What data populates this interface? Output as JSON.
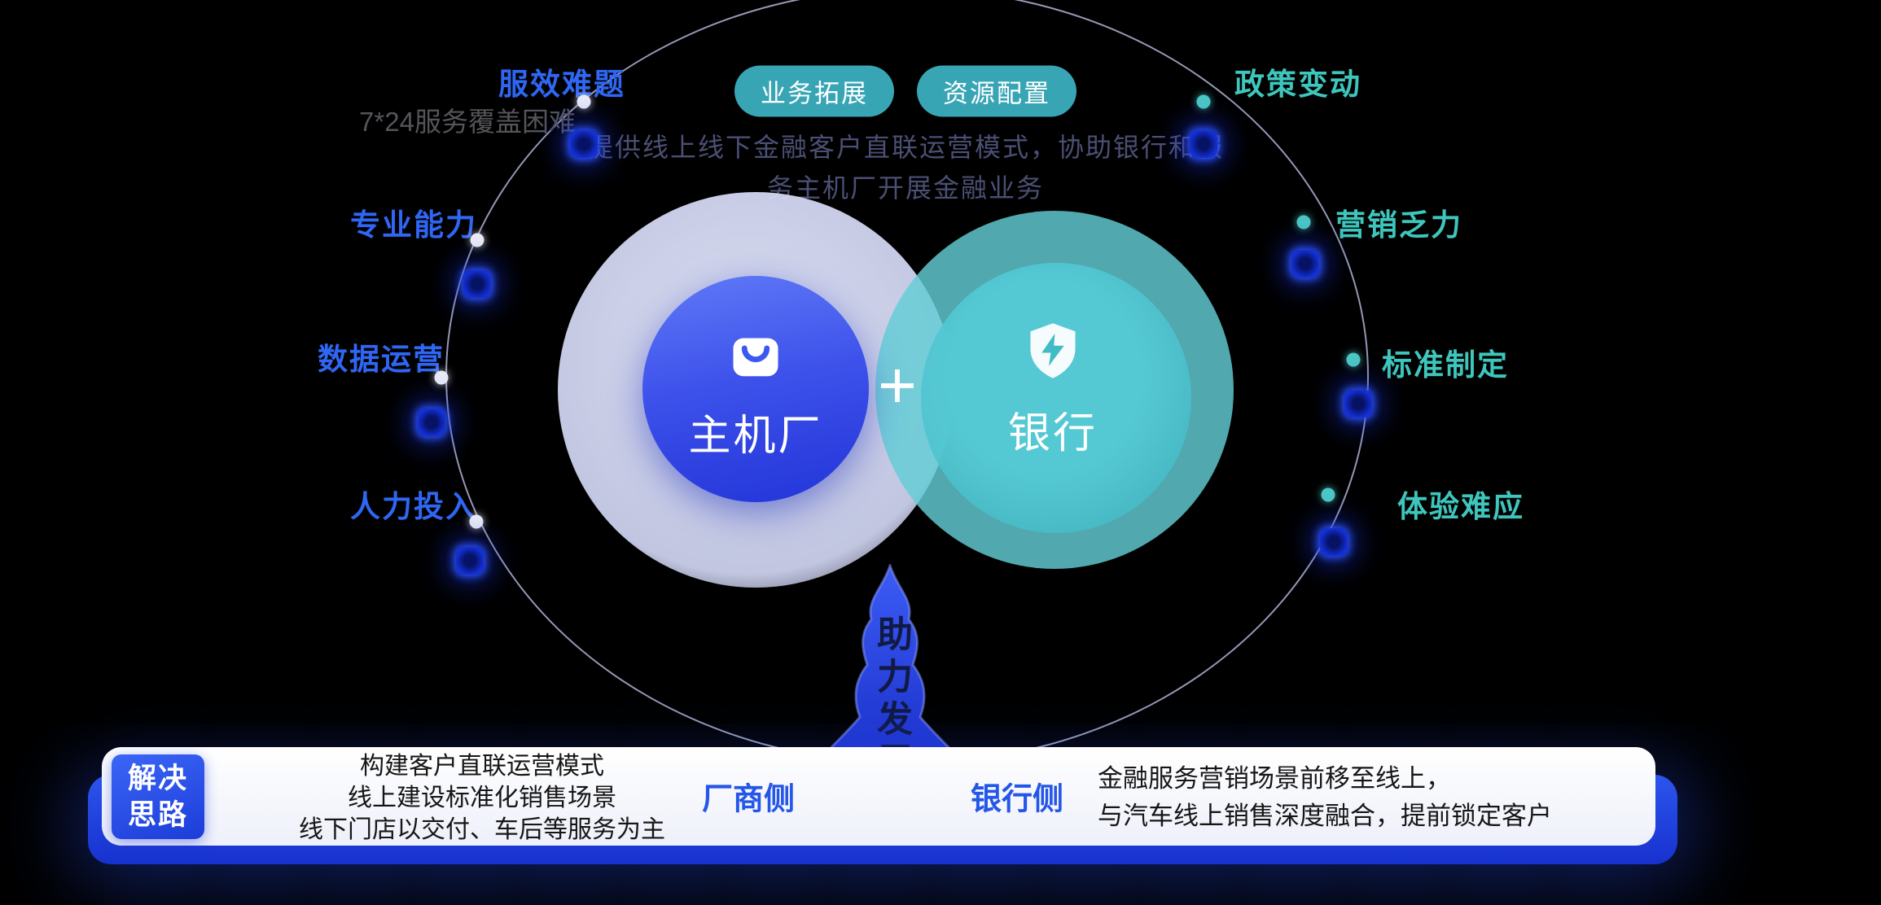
{
  "colors": {
    "accent_blue": "#2f66f3",
    "accent_teal": "#3ec6bd",
    "pill_bg": "#38a5b5",
    "node_glow_blue": "#1f3ef0",
    "bar_blue": "#2c55ec",
    "oem_circle_blue": "#3c50ea",
    "bank_circle_teal": "#63cdd6"
  },
  "header": {
    "pills": [
      "业务拓展",
      "资源配置"
    ],
    "description": [
      "提供线上线下金融客户直联运营模式，协助银行和服",
      "务主机厂开展金融业务"
    ]
  },
  "pain_points": {
    "left": [
      {
        "label": "服效难题",
        "sub": "7*24服务覆盖困难"
      },
      {
        "label": "专业能力"
      },
      {
        "label": "数据运营"
      },
      {
        "label": "人力投入"
      }
    ],
    "right": [
      {
        "label": "政策变动"
      },
      {
        "label": "营销乏力"
      },
      {
        "label": "标准制定"
      },
      {
        "label": "体验难应"
      }
    ]
  },
  "venn": {
    "left_circle": "主机厂",
    "plus": "+",
    "right_circle": "银行",
    "left_icon": "shopping-bag-icon",
    "right_icon": "shield-lightning-icon"
  },
  "tree": {
    "label": "助力发展"
  },
  "solution": {
    "badge_lines": [
      "解决",
      "思路"
    ],
    "factory_lines": [
      "构建客户直联运营模式",
      "线上建设标准化销售场景",
      "线下门店以交付、车后等服务为主"
    ],
    "factory_side": "厂商侧",
    "bank_side": "银行侧",
    "bank_lines": [
      "金融服务营销场景前移至线上，",
      "与汽车线上销售深度融合，提前锁定客户"
    ]
  }
}
